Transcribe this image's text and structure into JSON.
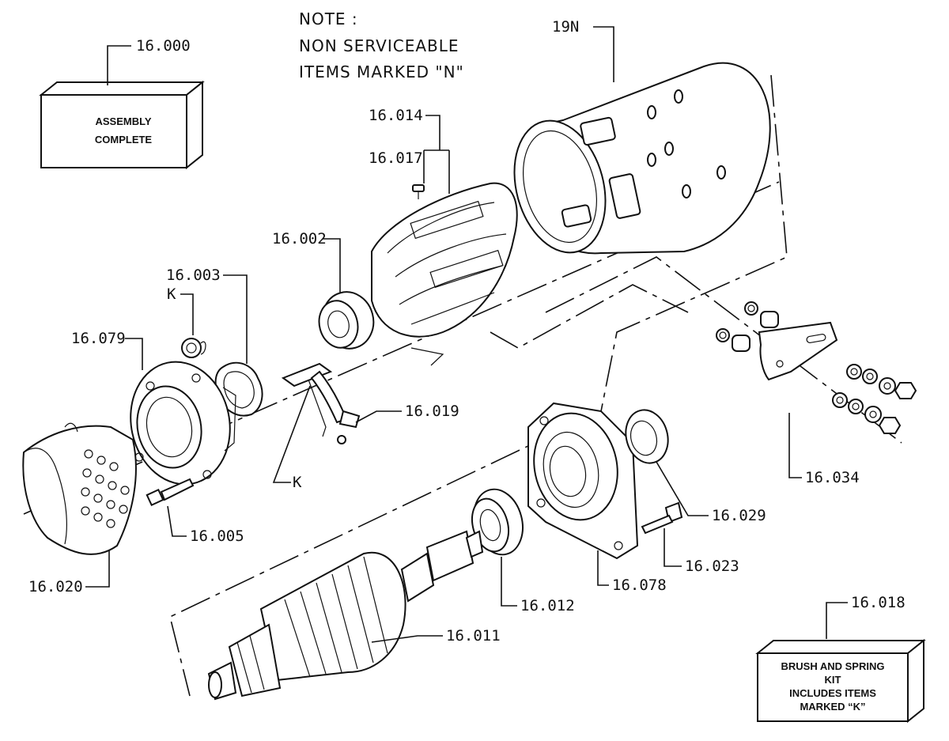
{
  "note": {
    "line1": "NOTE :",
    "line2": "NON SERVICEABLE",
    "line3": "ITEMS MARKED \"N\""
  },
  "assembly_box": {
    "line1": "ASSEMBLY",
    "line2": "COMPLETE"
  },
  "kit_box": {
    "line1": "BRUSH AND SPRING",
    "line2": "KIT",
    "line3": "INCLUDES ITEMS",
    "line4": "MARKED  “K”"
  },
  "labels": {
    "p16_000": "16.000",
    "p19n": "19N",
    "p16_014": "16.014",
    "p16_017": "16.017",
    "p16_002": "16.002",
    "p16_003": "16.003",
    "k_top": "K",
    "p16_079": "16.079",
    "p16_019": "16.019",
    "k_bottom": "K",
    "p16_005": "16.005",
    "p16_020": "16.020",
    "p16_034": "16.034",
    "p16_029": "16.029",
    "p16_023": "16.023",
    "p16_078": "16.078",
    "p16_012": "16.012",
    "p16_011": "16.011",
    "p16_018": "16.018"
  }
}
